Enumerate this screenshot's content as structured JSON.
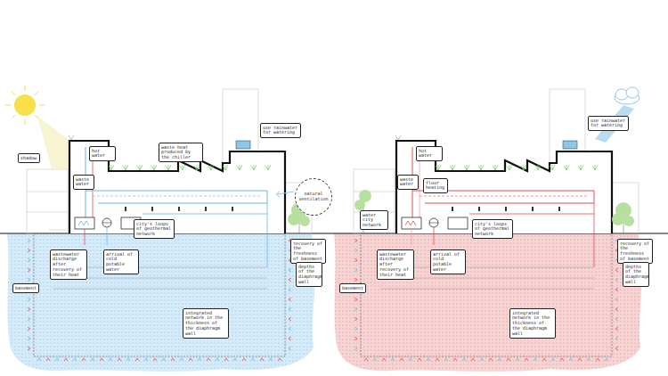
{
  "diagram": {
    "nodes": [
      {
        "text": [
          "shadow"
        ]
      },
      {
        "text": [
          "hot water"
        ]
      },
      {
        "text": [
          "waste heat produced by the chiller"
        ]
      },
      {
        "text": [
          "use rainwater for watering"
        ]
      },
      {
        "text": [
          "waste water"
        ]
      },
      {
        "text": [
          "natural ventilation"
        ]
      },
      {
        "text": [
          "city's loops of geothermal network"
        ]
      },
      {
        "text": [
          "wastewater discharge after recovery of their heat"
        ]
      },
      {
        "text": [
          "arrival of cold potable water"
        ]
      },
      {
        "text": [
          "recovery of the freshness of basement"
        ]
      },
      {
        "text": [
          "depths of the diaphragm wall"
        ]
      },
      {
        "text": [
          "basement"
        ]
      },
      {
        "text": [
          "integrated network in the thickness of the diaphragm wall"
        ]
      },
      {
        "text": [
          "hot water"
        ]
      },
      {
        "text": [
          "use rainwater for watering"
        ]
      },
      {
        "text": [
          "waste water"
        ]
      },
      {
        "text": [
          "floor heating"
        ]
      },
      {
        "text": [
          "water city network"
        ]
      },
      {
        "text": [
          "city's loops of geothermal network"
        ]
      },
      {
        "text": [
          "wastewater discharge after recovery of their heat"
        ]
      },
      {
        "text": [
          "arrival of cold potable water"
        ]
      },
      {
        "text": [
          "recovery of the freshness of basement"
        ]
      },
      {
        "text": [
          "depths of the diaphragm wall"
        ]
      },
      {
        "text": [
          "basement"
        ]
      },
      {
        "text": [
          "integrated network in the thickness of the diaphragm wall"
        ]
      }
    ]
  }
}
